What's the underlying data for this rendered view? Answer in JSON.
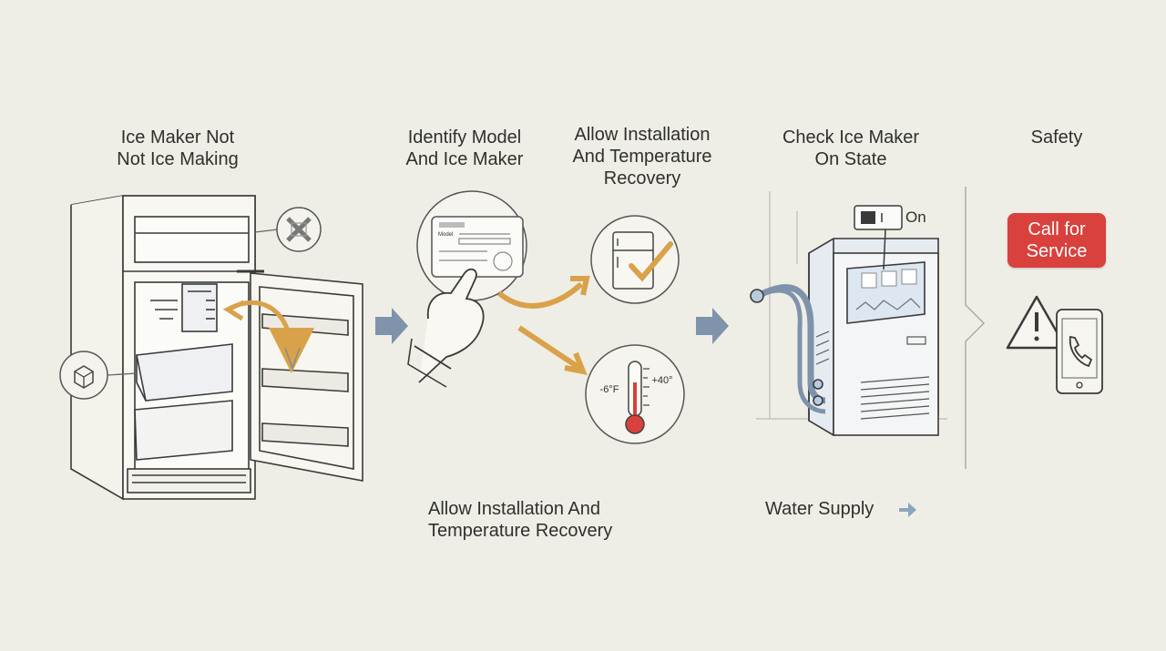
{
  "steps": {
    "step1_title": "Ice Maker Not\nNot Ice Making",
    "step2_title": "Identify Model\nAnd Ice Maker",
    "step3_title": "Allow Installation\nAnd Temperature\nRecovery",
    "step4_title": "Check Ice Maker\nOn State",
    "step5_title": "Safety"
  },
  "bottom": {
    "recovery_caption": "Allow Installation And\nTemperature Recovery",
    "water_supply": "Water Supply"
  },
  "labels": {
    "model_card_text": "Model",
    "switch_state": "On",
    "temp_low": "-6°F",
    "temp_high": "+40°"
  },
  "safety": {
    "service_button": "Call for\nService"
  },
  "colors": {
    "background": "#efeee6",
    "accent_orange": "#d9a24a",
    "arrow_blue": "#7f93ab",
    "service_red": "#d9413c",
    "ice_blue": "#b8cbe0"
  },
  "icons": [
    "no-ice-icon",
    "ice-cube-icon",
    "checkmark-icon",
    "thermometer-icon",
    "warning-icon",
    "phone-icon"
  ]
}
